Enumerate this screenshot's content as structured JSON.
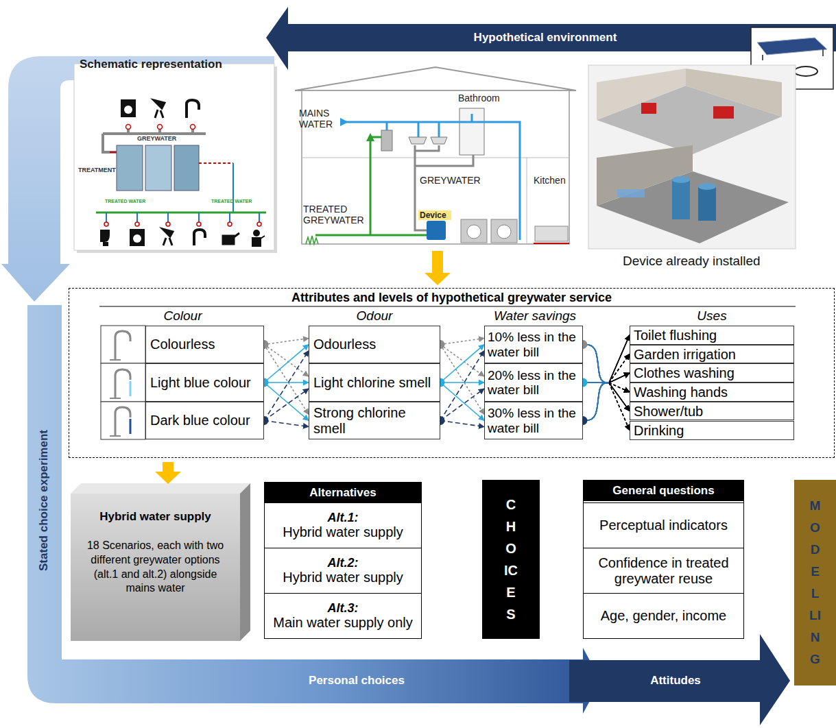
{
  "diagram": {
    "nodes": [
      {
        "text": [
          "Hypothetical environment"
        ]
      },
      {
        "text": [
          "GREYWATER",
          "TREATMENT",
          "TREATED WATER",
          "TREATED WATER"
        ]
      },
      {
        "text": [
          "Bathroom",
          "MAINS WATER",
          "GREYWATER",
          "Kitchen",
          "TREATED GREYWATER",
          "Device"
        ]
      },
      {
        "text": [
          "Device already installed"
        ]
      },
      {
        "text": [
          "Attributes and levels of hypothetical greywater service"
        ]
      },
      {
        "text": [
          "Colourless"
        ],
        "in": 4
      },
      {
        "text": [
          "Light blue colour"
        ],
        "in": 4
      },
      {
        "text": [
          "Dark blue colour"
        ],
        "in": 4
      },
      {
        "text": [
          "Odourless"
        ],
        "in": 4
      },
      {
        "text": [
          "Light chlorine smell"
        ],
        "in": 4
      },
      {
        "text": [
          "Strong chlorine smell"
        ],
        "in": 4
      },
      {
        "text": [
          "10% less in the water bill"
        ],
        "in": 4
      },
      {
        "text": [
          "20% less in the water bill"
        ],
        "in": 4
      },
      {
        "text": [
          "30% less in the water bill"
        ],
        "in": 4
      },
      {
        "text": [
          "Toilet flushing"
        ],
        "in": 4
      },
      {
        "text": [
          "Garden irrigation"
        ],
        "in": 4
      },
      {
        "text": [
          "Clothes washing"
        ],
        "in": 4
      },
      {
        "text": [
          "Washing hands"
        ],
        "in": 4
      },
      {
        "text": [
          "Shower/tub"
        ],
        "in": 4
      },
      {
        "text": [
          "Drinking"
        ],
        "in": 4
      },
      {
        "text": [
          "Hybrid water supply",
          "18 Scenarios, each with two different greywater options (alt.1 and alt.2) alongside mains water"
        ]
      },
      {
        "text": [
          "Alternatives"
        ]
      },
      {
        "text": [
          "Alt.1:",
          "Hybrid water supply"
        ],
        "in": 21
      },
      {
        "text": [
          "Alt.2:",
          "Hybrid water supply"
        ],
        "in": 21
      },
      {
        "text": [
          "Alt.3:",
          "Main water supply only"
        ],
        "in": 21
      },
      {
        "text": [
          "CHOICES"
        ]
      },
      {
        "text": [
          "General questions"
        ]
      },
      {
        "text": [
          "Perceptual indicators"
        ],
        "in": 26
      },
      {
        "text": [
          "Confidence in treated greywater reuse"
        ],
        "in": 26
      },
      {
        "text": [
          "Age, gender, income"
        ],
        "in": 26
      },
      {
        "text": [
          "MODELLING"
        ]
      },
      {
        "text": [
          "Stated choice experiment"
        ]
      },
      {
        "text": [
          "Personal choices"
        ]
      },
      {
        "text": [
          "Attitudes"
        ]
      }
    ],
    "edges": [
      {
        "from": 2,
        "to": 4,
        "arrow": "to"
      },
      {
        "from": 4,
        "to": 20,
        "arrow": "to"
      },
      {
        "from": 5,
        "to": 8,
        "arrow": "to"
      },
      {
        "from": 5,
        "to": 9,
        "arrow": "to"
      },
      {
        "from": 5,
        "to": 10,
        "arrow": "to"
      },
      {
        "from": 6,
        "to": 8,
        "arrow": "to"
      },
      {
        "from": 6,
        "to": 9,
        "arrow": "to"
      },
      {
        "from": 6,
        "to": 10,
        "arrow": "to"
      },
      {
        "from": 7,
        "to": 8,
        "arrow": "to"
      },
      {
        "from": 7,
        "to": 9,
        "arrow": "to"
      },
      {
        "from": 7,
        "to": 10,
        "arrow": "to"
      },
      {
        "from": 8,
        "to": 11,
        "arrow": "to"
      },
      {
        "from": 8,
        "to": 12,
        "arrow": "to"
      },
      {
        "from": 8,
        "to": 13,
        "arrow": "to"
      },
      {
        "from": 9,
        "to": 11,
        "arrow": "to"
      },
      {
        "from": 9,
        "to": 12,
        "arrow": "to"
      },
      {
        "from": 9,
        "to": 13,
        "arrow": "to"
      },
      {
        "from": 10,
        "to": 11,
        "arrow": "to"
      },
      {
        "from": 10,
        "to": 12,
        "arrow": "to"
      },
      {
        "from": 10,
        "to": 13,
        "arrow": "to"
      },
      {
        "from": 11,
        "to": 14,
        "arrow": "to"
      },
      {
        "from": 11,
        "to": 15,
        "arrow": "to"
      },
      {
        "from": 11,
        "to": 16,
        "arrow": "to"
      },
      {
        "from": 11,
        "to": 17,
        "arrow": "to"
      },
      {
        "from": 11,
        "to": 18,
        "arrow": "to"
      },
      {
        "from": 11,
        "to": 19,
        "arrow": "to"
      },
      {
        "from": 12,
        "to": 14,
        "arrow": "to"
      },
      {
        "from": 12,
        "to": 15,
        "arrow": "to"
      },
      {
        "from": 12,
        "to": 16,
        "arrow": "to"
      },
      {
        "from": 12,
        "to": 17,
        "arrow": "to"
      },
      {
        "from": 12,
        "to": 18,
        "arrow": "to"
      },
      {
        "from": 12,
        "to": 19,
        "arrow": "to"
      },
      {
        "from": 13,
        "to": 14,
        "arrow": "to"
      },
      {
        "from": 13,
        "to": 15,
        "arrow": "to"
      },
      {
        "from": 13,
        "to": 16,
        "arrow": "to"
      },
      {
        "from": 13,
        "to": 17,
        "arrow": "to"
      },
      {
        "from": 13,
        "to": 18,
        "arrow": "to"
      },
      {
        "from": 13,
        "to": 19,
        "arrow": "to"
      }
    ],
    "labels": [
      "Schematic representation",
      "Colour",
      "Odour",
      "Water savings",
      "Uses"
    ]
  }
}
